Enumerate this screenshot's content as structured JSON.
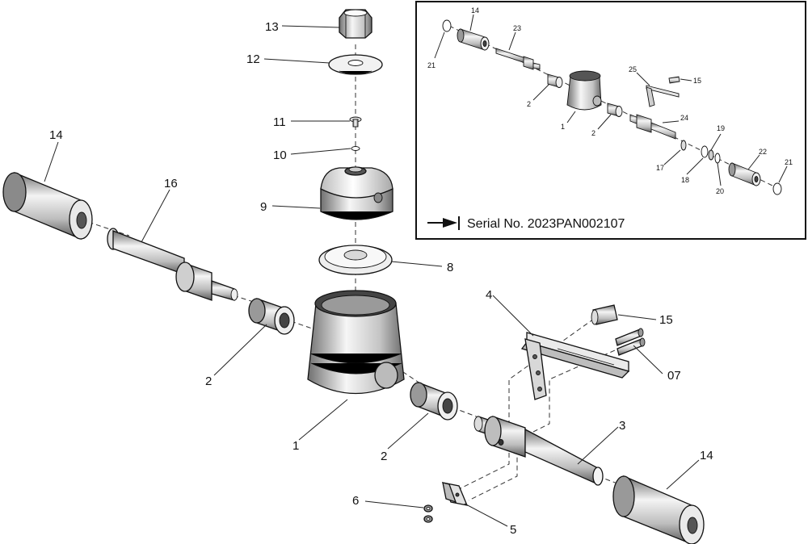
{
  "main_callouts": [
    {
      "id": "c13",
      "label": "13"
    },
    {
      "id": "c12",
      "label": "12"
    },
    {
      "id": "c11",
      "label": "11"
    },
    {
      "id": "c10",
      "label": "10"
    },
    {
      "id": "c9",
      "label": "9"
    },
    {
      "id": "c8",
      "label": "8"
    },
    {
      "id": "c16",
      "label": "16"
    },
    {
      "id": "c14a",
      "label": "14"
    },
    {
      "id": "c14b",
      "label": "14"
    },
    {
      "id": "c2a",
      "label": "2"
    },
    {
      "id": "c2b",
      "label": "2"
    },
    {
      "id": "c1",
      "label": "1"
    },
    {
      "id": "c3",
      "label": "3"
    },
    {
      "id": "c4",
      "label": "4"
    },
    {
      "id": "c15",
      "label": "15"
    },
    {
      "id": "c07",
      "label": "07"
    },
    {
      "id": "c6",
      "label": "6"
    },
    {
      "id": "c5",
      "label": "5"
    }
  ],
  "inset": {
    "serial_text": "Serial No. 2023PAN002107",
    "callouts": [
      {
        "id": "i14",
        "label": "14"
      },
      {
        "id": "i23",
        "label": "23"
      },
      {
        "id": "i21a",
        "label": "21"
      },
      {
        "id": "i2a",
        "label": "2"
      },
      {
        "id": "i1",
        "label": "1"
      },
      {
        "id": "i2b",
        "label": "2"
      },
      {
        "id": "i25",
        "label": "25"
      },
      {
        "id": "i15",
        "label": "15"
      },
      {
        "id": "i24",
        "label": "24"
      },
      {
        "id": "i19",
        "label": "19"
      },
      {
        "id": "i17",
        "label": "17"
      },
      {
        "id": "i18",
        "label": "18"
      },
      {
        "id": "i20",
        "label": "20"
      },
      {
        "id": "i22",
        "label": "22"
      },
      {
        "id": "i21b",
        "label": "21"
      }
    ]
  }
}
